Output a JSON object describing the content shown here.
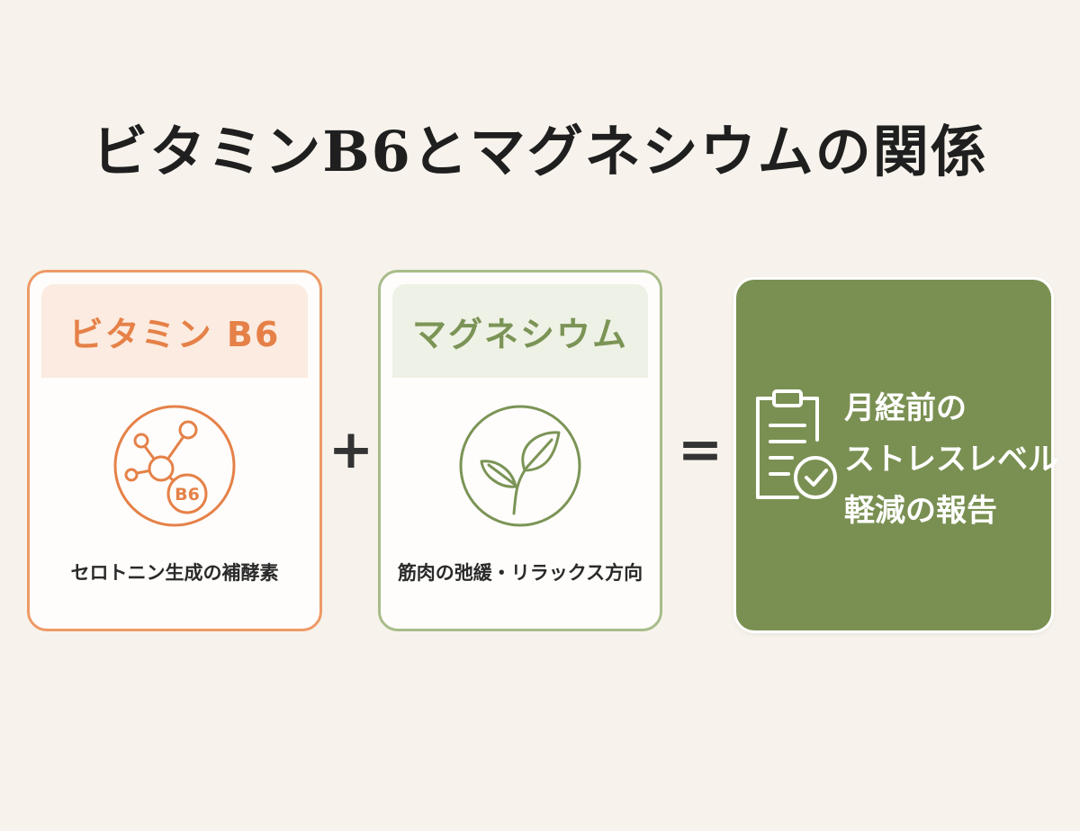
{
  "title": "ビタミンB6とマグネシウムの関係",
  "card_b6": {
    "header": "ビタミン B6",
    "icon": "molecule-b6-icon",
    "icon_label": "B6",
    "description": "セロトニン生成の補酵素"
  },
  "card_mg": {
    "header": "マグネシウム",
    "icon": "leaf-sprout-icon",
    "description": "筋肉の弛緩・リラックス方向"
  },
  "operators": {
    "plus": "+",
    "equals": "="
  },
  "result": {
    "icon": "clipboard-check-icon",
    "lines": [
      "月経前の",
      "ストレスレベル",
      "軽減の報告"
    ]
  },
  "colors": {
    "background": "#f7f3ec",
    "b6_accent": "#e58148",
    "mg_accent": "#7b9456",
    "result_bg": "#7a9052"
  }
}
